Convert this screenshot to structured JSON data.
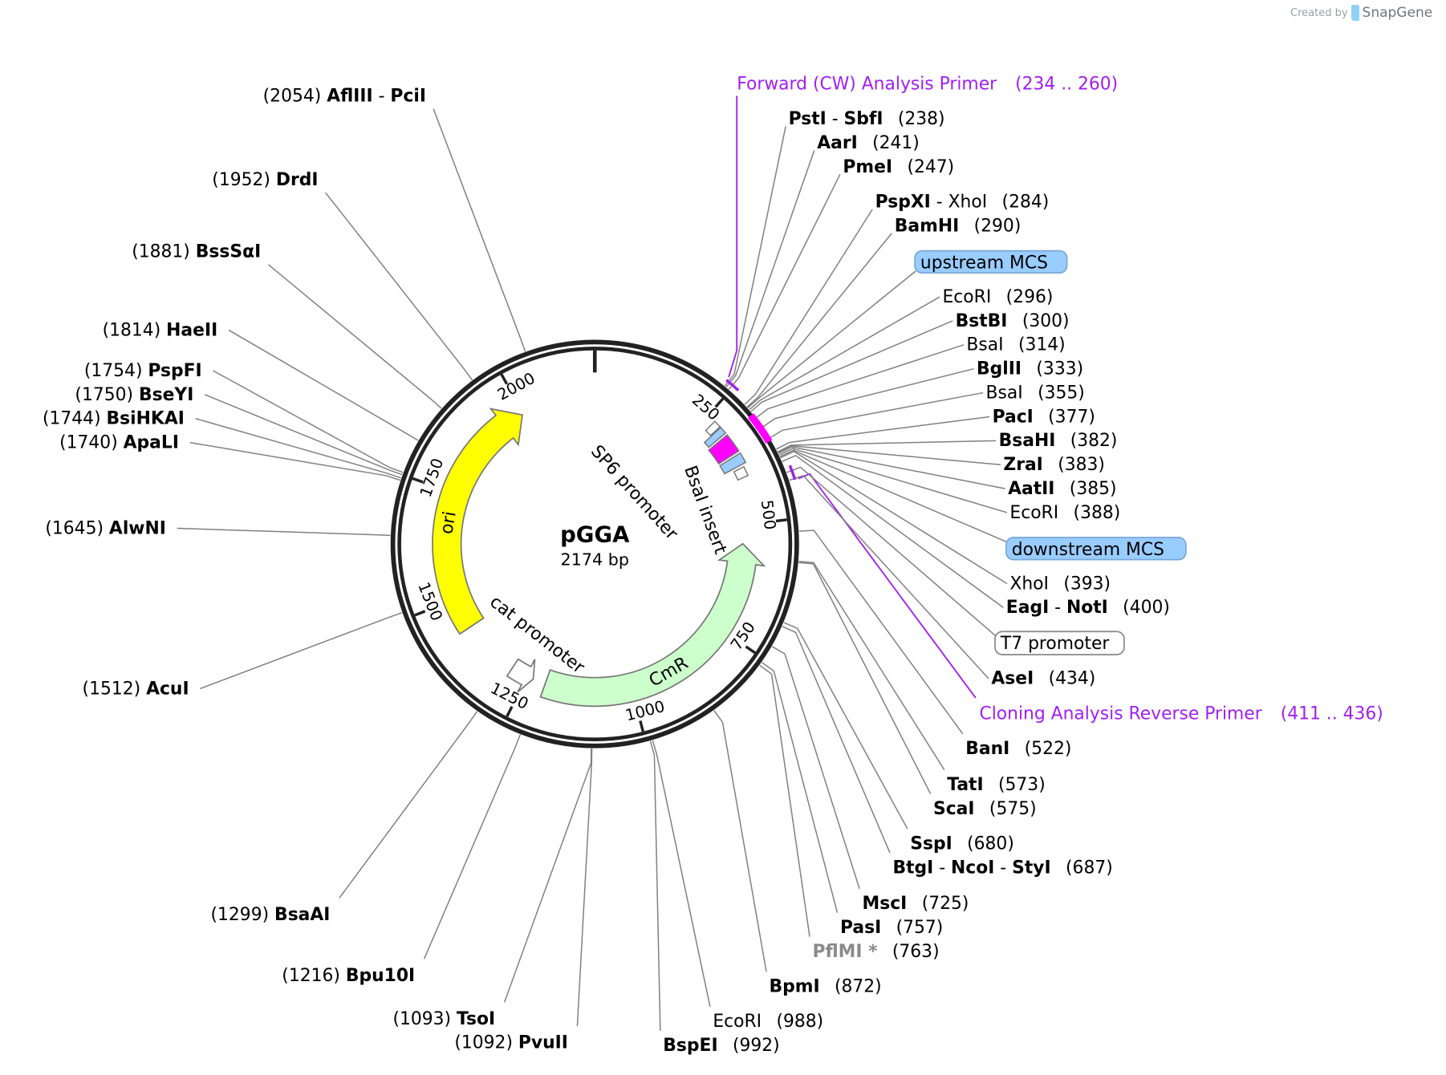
{
  "branding": {
    "created_by": "Created by",
    "product": "SnapGene"
  },
  "plasmid": {
    "name": "pGGA",
    "length_label": "2174 bp",
    "length": 2174
  },
  "ticks": [
    "250",
    "500",
    "750",
    "1000",
    "1250",
    "1500",
    "1750",
    "2000"
  ],
  "features": {
    "ori": {
      "label": "ori",
      "start": 1427,
      "end": 1997,
      "color": "#ffff00"
    },
    "cmr": {
      "label": "CmR",
      "start": 1205,
      "end": 543,
      "color": "#ccffcc"
    },
    "cat_promoter": {
      "label": "cat promoter"
    },
    "sp6_promoter": {
      "label": "SP6 promoter"
    },
    "bsai_insert": {
      "label": "BsaI insert",
      "color": "#ff00ff"
    },
    "upstream_mcs": {
      "label": "upstream MCS",
      "color": "#99ccff"
    },
    "downstream_mcs": {
      "label": "downstream MCS",
      "color": "#99ccff"
    },
    "t7_promoter": {
      "label": "T7 promoter"
    }
  },
  "primers": {
    "forward": {
      "label": "Forward (CW) Analysis Primer",
      "range": "(234 .. 260)",
      "start": 234,
      "end": 260,
      "color": "#a020f0"
    },
    "reverse": {
      "label": "Cloning Analysis Reverse Primer",
      "range": "(411 .. 436)",
      "start": 411,
      "end": 436,
      "color": "#a020f0"
    }
  },
  "sites_right": [
    {
      "names": [
        {
          "t": "PstI",
          "s": "b"
        },
        {
          "t": "SbfI",
          "s": "b"
        }
      ],
      "pos": "(238)",
      "bp": 238
    },
    {
      "names": [
        {
          "t": "AarI",
          "s": "b"
        }
      ],
      "pos": "(241)",
      "bp": 241
    },
    {
      "names": [
        {
          "t": "PmeI",
          "s": "b"
        }
      ],
      "pos": "(247)",
      "bp": 247
    },
    {
      "names": [
        {
          "t": "PspXI",
          "s": "b"
        },
        {
          "t": "XhoI",
          "s": "n"
        }
      ],
      "pos": "(284)",
      "bp": 284
    },
    {
      "names": [
        {
          "t": "BamHI",
          "s": "b"
        }
      ],
      "pos": "(290)",
      "bp": 290
    },
    {
      "names": [
        {
          "t": "EcoRI",
          "s": "n"
        }
      ],
      "pos": "(296)",
      "bp": 296
    },
    {
      "names": [
        {
          "t": "BstBI",
          "s": "b"
        }
      ],
      "pos": "(300)",
      "bp": 300
    },
    {
      "names": [
        {
          "t": "BsaI",
          "s": "n"
        }
      ],
      "pos": "(314)",
      "bp": 314
    },
    {
      "names": [
        {
          "t": "BglII",
          "s": "b"
        }
      ],
      "pos": "(333)",
      "bp": 333
    },
    {
      "names": [
        {
          "t": "BsaI",
          "s": "n"
        }
      ],
      "pos": "(355)",
      "bp": 355
    },
    {
      "names": [
        {
          "t": "PacI",
          "s": "b"
        }
      ],
      "pos": "(377)",
      "bp": 377
    },
    {
      "names": [
        {
          "t": "BsaHI",
          "s": "b"
        }
      ],
      "pos": "(382)",
      "bp": 382
    },
    {
      "names": [
        {
          "t": "ZraI",
          "s": "b"
        }
      ],
      "pos": "(383)",
      "bp": 383
    },
    {
      "names": [
        {
          "t": "AatII",
          "s": "b"
        }
      ],
      "pos": "(385)",
      "bp": 385
    },
    {
      "names": [
        {
          "t": "EcoRI",
          "s": "n"
        }
      ],
      "pos": "(388)",
      "bp": 388
    },
    {
      "names": [
        {
          "t": "XhoI",
          "s": "n"
        }
      ],
      "pos": "(393)",
      "bp": 393
    },
    {
      "names": [
        {
          "t": "EagI",
          "s": "b"
        },
        {
          "t": "NotI",
          "s": "b"
        }
      ],
      "pos": "(400)",
      "bp": 400
    },
    {
      "names": [
        {
          "t": "AseI",
          "s": "b"
        }
      ],
      "pos": "(434)",
      "bp": 434
    },
    {
      "names": [
        {
          "t": "BanI",
          "s": "b"
        }
      ],
      "pos": "(522)",
      "bp": 522
    },
    {
      "names": [
        {
          "t": "TatI",
          "s": "b"
        }
      ],
      "pos": "(573)",
      "bp": 573
    },
    {
      "names": [
        {
          "t": "ScaI",
          "s": "b"
        }
      ],
      "pos": "(575)",
      "bp": 575
    },
    {
      "names": [
        {
          "t": "SspI",
          "s": "b"
        }
      ],
      "pos": "(680)",
      "bp": 680
    },
    {
      "names": [
        {
          "t": "BtgI",
          "s": "b"
        },
        {
          "t": "NcoI",
          "s": "b"
        },
        {
          "t": "StyI",
          "s": "b"
        }
      ],
      "pos": "(687)",
      "bp": 687
    },
    {
      "names": [
        {
          "t": "MscI",
          "s": "b"
        }
      ],
      "pos": "(725)",
      "bp": 725
    },
    {
      "names": [
        {
          "t": "PasI",
          "s": "b"
        }
      ],
      "pos": "(757)",
      "bp": 757
    },
    {
      "names": [
        {
          "t": "PflMI *",
          "s": "g"
        }
      ],
      "pos": "(763)",
      "bp": 763
    },
    {
      "names": [
        {
          "t": "BpmI",
          "s": "b"
        }
      ],
      "pos": "(872)",
      "bp": 872
    },
    {
      "names": [
        {
          "t": "EcoRI",
          "s": "n"
        }
      ],
      "pos": "(988)",
      "bp": 988
    },
    {
      "names": [
        {
          "t": "BspEI",
          "s": "b"
        }
      ],
      "pos": "(992)",
      "bp": 992
    }
  ],
  "sites_left": [
    {
      "names": [
        {
          "t": "AflIII",
          "s": "b"
        },
        {
          "t": "PciI",
          "s": "b"
        }
      ],
      "pos": "(2054)",
      "bp": 2054
    },
    {
      "names": [
        {
          "t": "DrdI",
          "s": "b"
        }
      ],
      "pos": "(1952)",
      "bp": 1952
    },
    {
      "names": [
        {
          "t": "BssSαI",
          "s": "b"
        }
      ],
      "pos": "(1881)",
      "bp": 1881
    },
    {
      "names": [
        {
          "t": "HaeII",
          "s": "b"
        }
      ],
      "pos": "(1814)",
      "bp": 1814
    },
    {
      "names": [
        {
          "t": "PspFI",
          "s": "b"
        }
      ],
      "pos": "(1754)",
      "bp": 1754
    },
    {
      "names": [
        {
          "t": "BseYI",
          "s": "b"
        }
      ],
      "pos": "(1750)",
      "bp": 1750
    },
    {
      "names": [
        {
          "t": "BsiHKAI",
          "s": "b"
        }
      ],
      "pos": "(1744)",
      "bp": 1744
    },
    {
      "names": [
        {
          "t": "ApaLI",
          "s": "b"
        }
      ],
      "pos": "(1740)",
      "bp": 1740
    },
    {
      "names": [
        {
          "t": "AlwNI",
          "s": "b"
        }
      ],
      "pos": "(1645)",
      "bp": 1645
    },
    {
      "names": [
        {
          "t": "AcuI",
          "s": "b"
        }
      ],
      "pos": "(1512)",
      "bp": 1512
    },
    {
      "names": [
        {
          "t": "BsaAI",
          "s": "b"
        }
      ],
      "pos": "(1299)",
      "bp": 1299
    },
    {
      "names": [
        {
          "t": "Bpu10I",
          "s": "b"
        }
      ],
      "pos": "(1216)",
      "bp": 1216
    },
    {
      "names": [
        {
          "t": "TsoI",
          "s": "b"
        }
      ],
      "pos": "(1093)",
      "bp": 1093
    },
    {
      "names": [
        {
          "t": "PvuII",
          "s": "b"
        }
      ],
      "pos": "(1092)",
      "bp": 1092
    }
  ]
}
